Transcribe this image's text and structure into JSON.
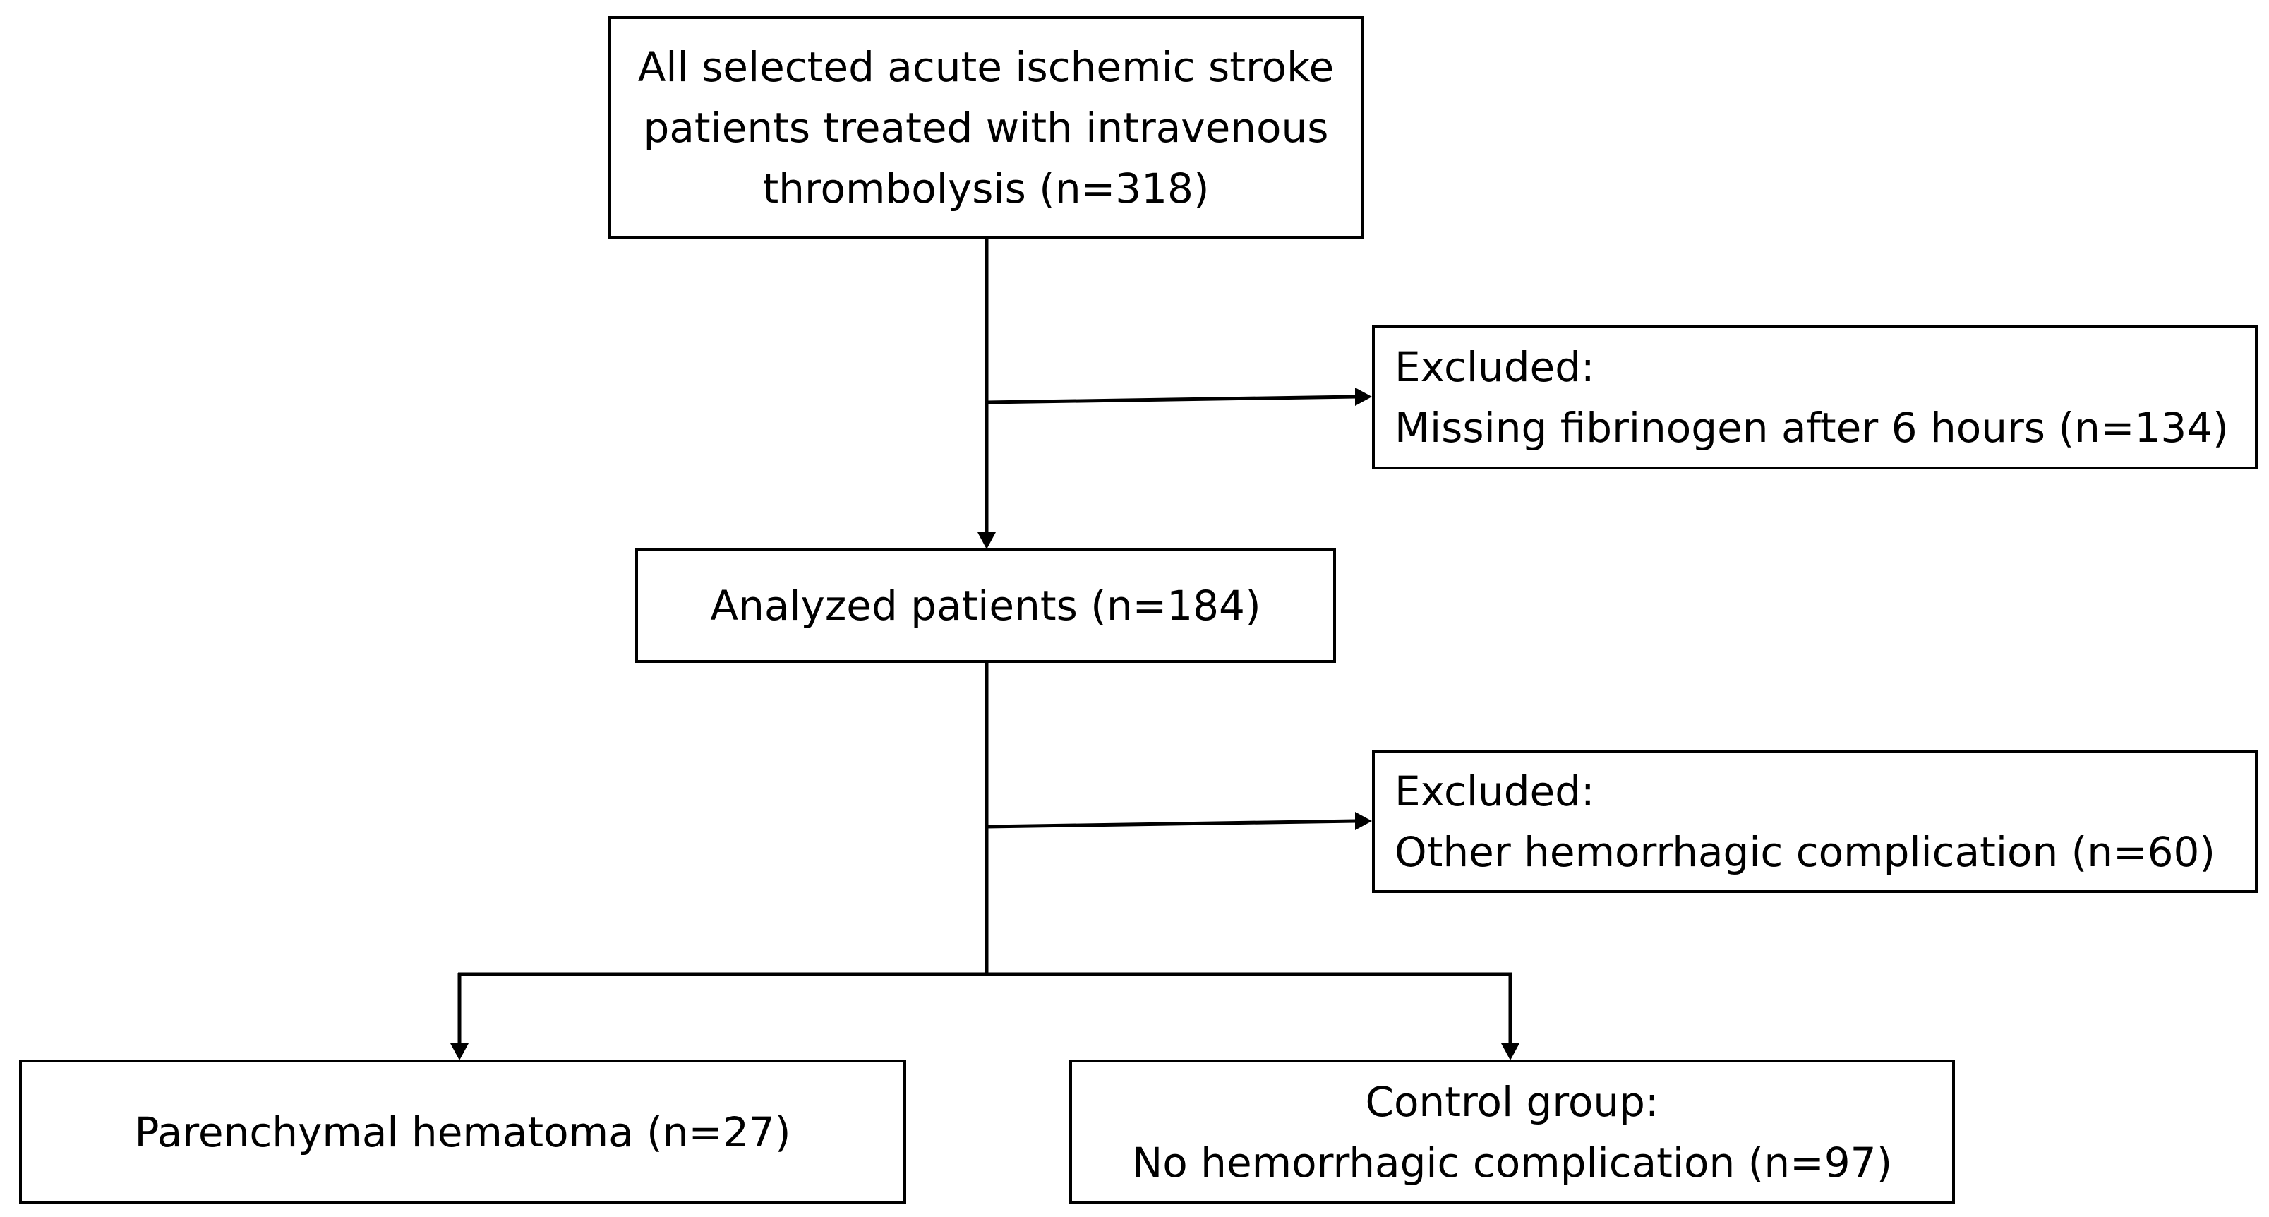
{
  "flowchart": {
    "boxes": {
      "all_selected": {
        "lines": [
          "All selected acute ischemic stroke",
          "patients treated with intravenous",
          "thrombolysis (n=318)"
        ]
      },
      "excluded_1": {
        "lines": [
          "Excluded:",
          "Missing fibrinogen after 6 hours (n=134)"
        ]
      },
      "analyzed": {
        "lines": [
          "Analyzed patients (n=184)"
        ]
      },
      "excluded_2": {
        "lines": [
          "Excluded:",
          "Other hemorrhagic complication (n=60)"
        ]
      },
      "parenchymal_hematoma": {
        "lines": [
          "Parenchymal hematoma (n=27)"
        ]
      },
      "control_group": {
        "lines": [
          "Control group:",
          "No hemorrhagic complication (n=97)"
        ]
      }
    },
    "colors": {
      "stroke": "#000000",
      "background": "#ffffff"
    }
  }
}
